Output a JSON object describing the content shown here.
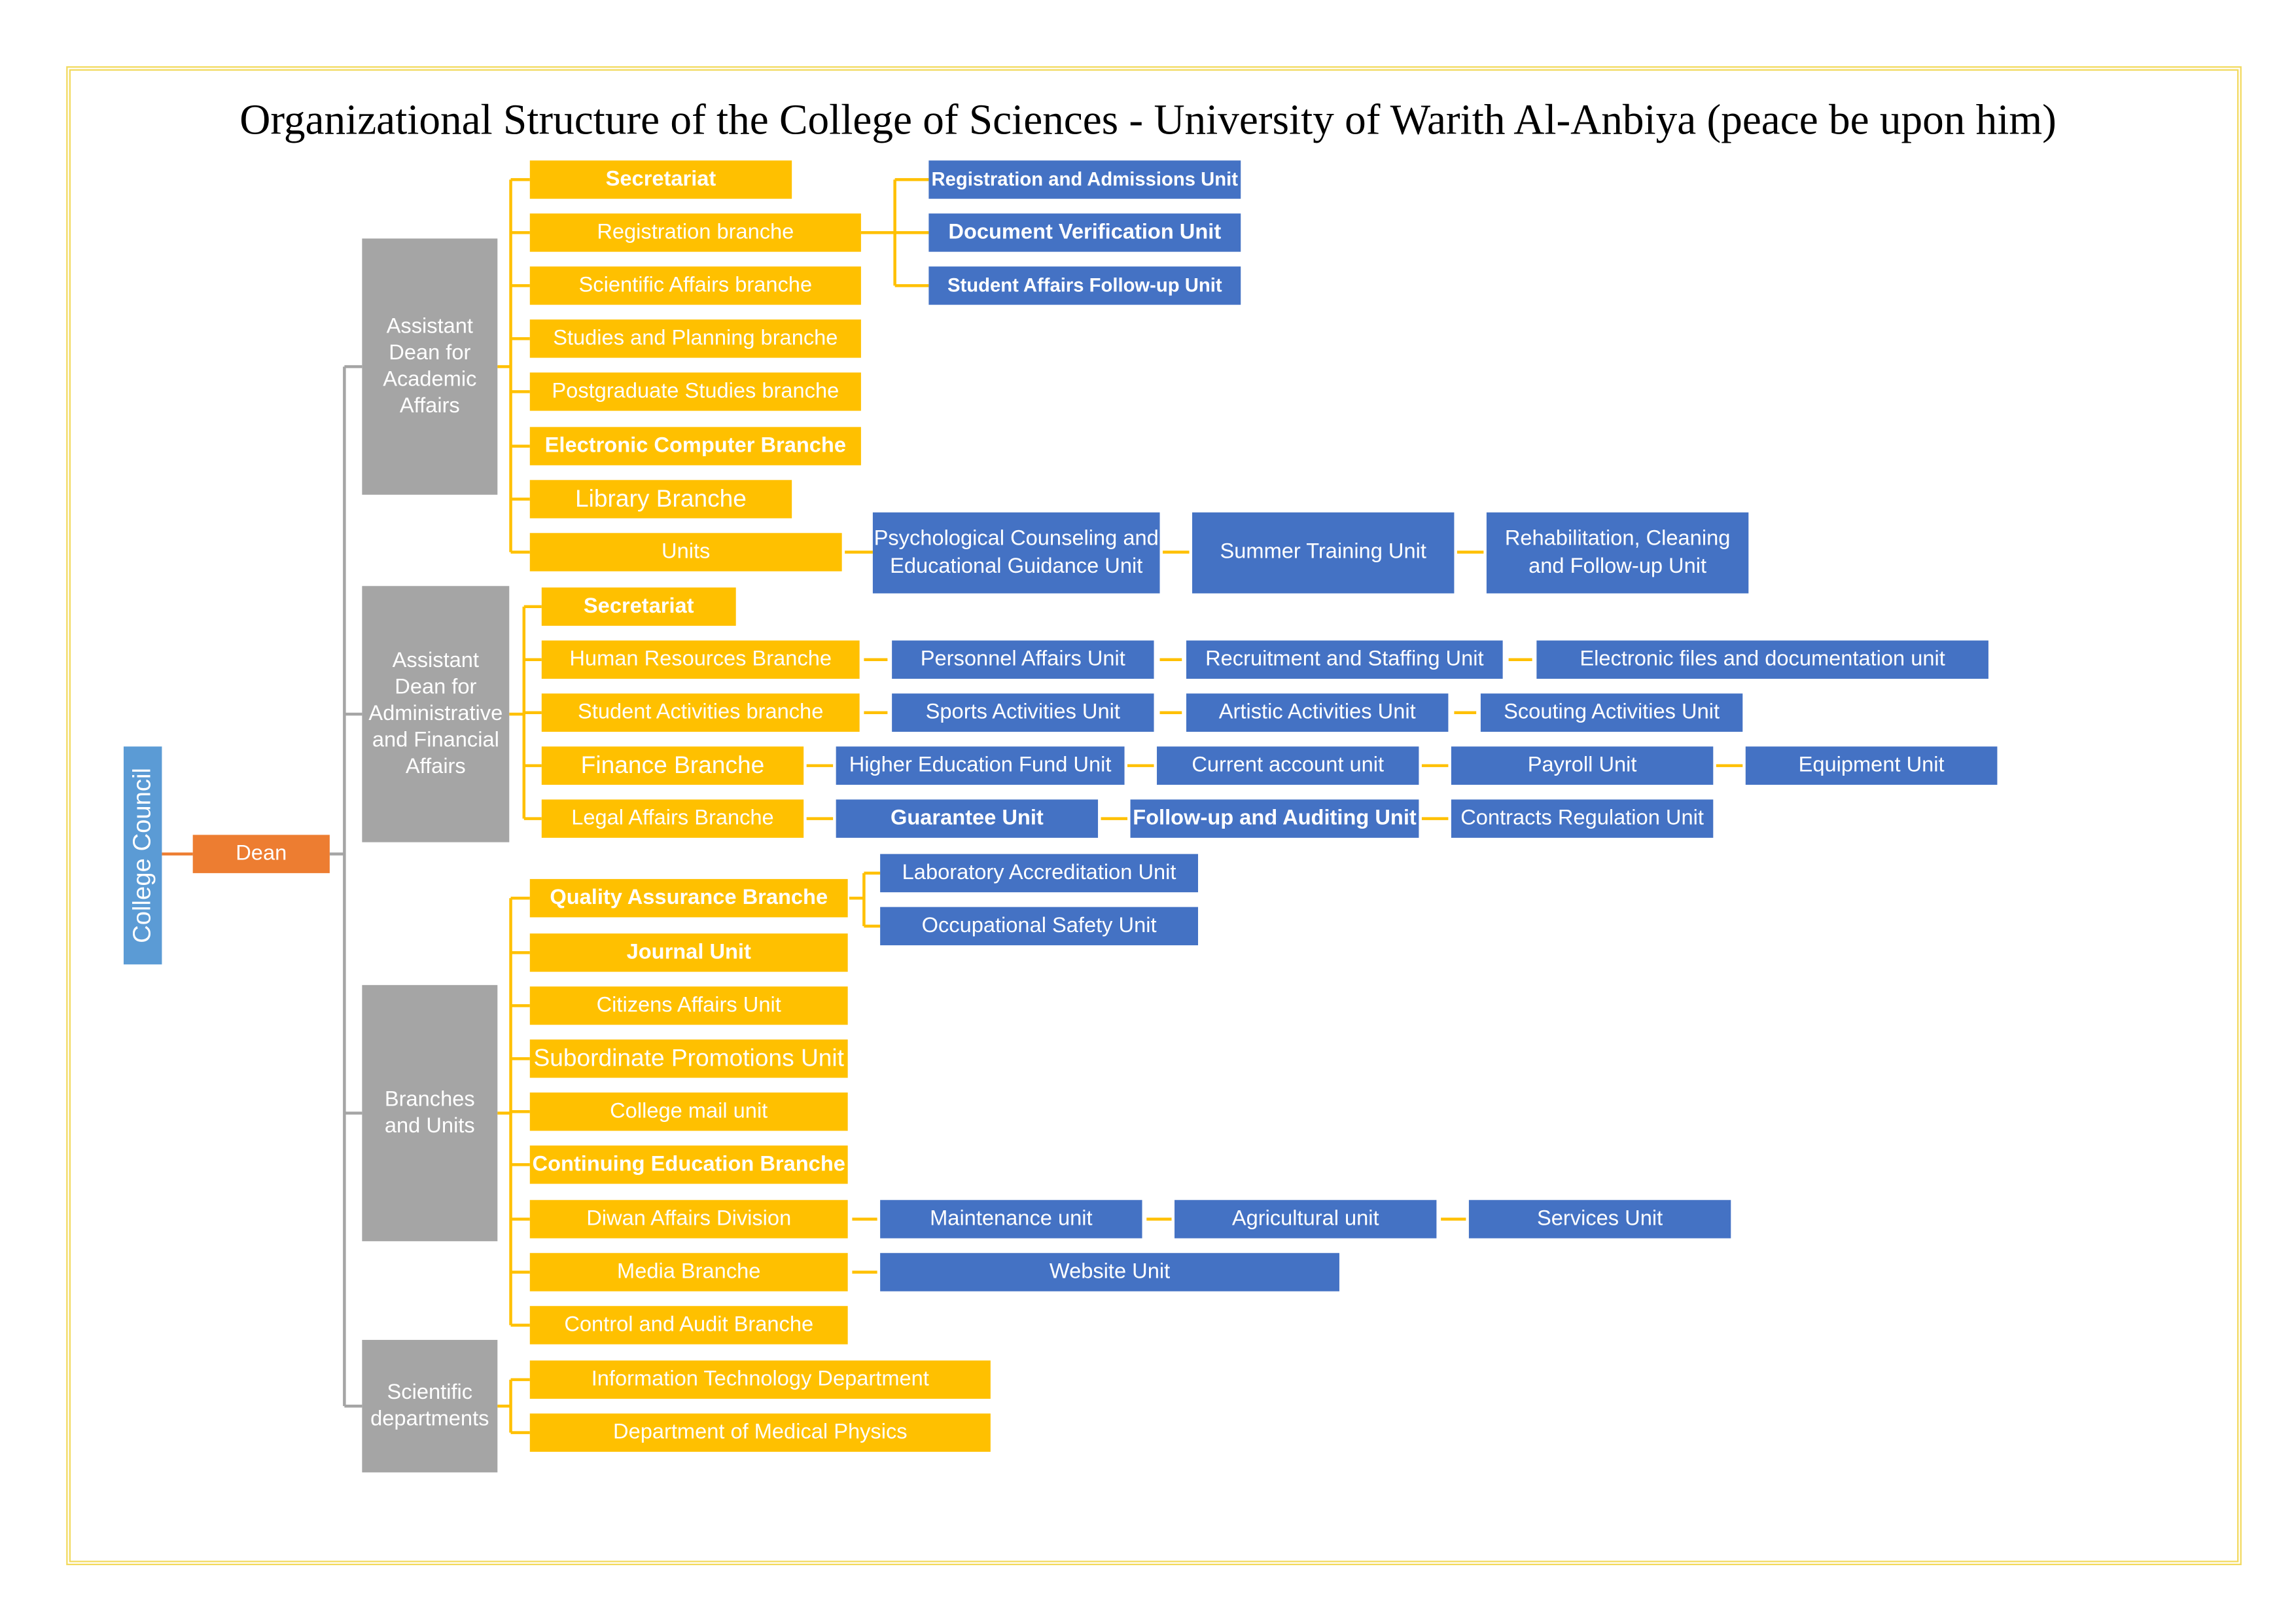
{
  "title": "Organizational Structure of the College of Sciences - University of Warith Al-Anbiya (peace be upon him)",
  "council": "College Council",
  "dean": "Dean",
  "colors": {
    "yellow": "#FFC000",
    "blue": "#4472C4",
    "gray": "#A5A5A5",
    "orange": "#ED7D31",
    "council": "#5B9BD5"
  },
  "academic": {
    "head": "Assistant Dean for Academic Affairs",
    "items": [
      "Secretariat",
      "Registration branche",
      "Scientific Affairs branche",
      "Studies and Planning  branche",
      "Postgraduate Studies branche",
      "Electronic Computer Branche",
      "Library Branche",
      "Units"
    ],
    "registration_units": [
      "Registration and Admissions Unit",
      "Document Verification Unit",
      "Student Affairs Follow-up Unit"
    ],
    "units": [
      "Psychological Counseling and Educational Guidance Unit",
      "Summer Training Unit",
      "Rehabilitation, Cleaning and Follow-up Unit"
    ]
  },
  "admin": {
    "head": "Assistant Dean for Administrative and Financial Affairs",
    "items": [
      "Secretariat",
      "Human Resources Branche",
      "Student Activities branche",
      "Finance Branche",
      "Legal Affairs Branche"
    ],
    "hr_units": [
      "Personnel Affairs Unit",
      "Recruitment and Staffing Unit",
      "Electronic files and documentation unit"
    ],
    "activities_units": [
      "Sports Activities Unit",
      "Artistic Activities Unit",
      "Scouting Activities Unit"
    ],
    "finance_units": [
      "Higher Education Fund Unit",
      "Current account unit",
      "Payroll Unit",
      "Equipment Unit"
    ],
    "legal_units": [
      "Guarantee Unit",
      "Follow-up and Auditing Unit",
      "Contracts Regulation Unit"
    ]
  },
  "branches": {
    "head": "Branches and Units",
    "items": [
      "Quality Assurance Branche",
      "Journal Unit",
      "Citizens Affairs Unit",
      "Subordinate Promotions Unit",
      "College mail unit",
      "Continuing Education Branche",
      "Diwan Affairs Division",
      "Media Branche",
      "Control and Audit Branche"
    ],
    "quality_units": [
      "Laboratory Accreditation Unit",
      "Occupational Safety Unit"
    ],
    "diwan_units": [
      "Maintenance unit",
      "Agricultural unit",
      "Services Unit"
    ],
    "media_units": [
      "Website Unit"
    ]
  },
  "departments": {
    "head": "Scientific departments",
    "items": [
      "Information Technology Department",
      "Department of Medical Physics"
    ]
  }
}
